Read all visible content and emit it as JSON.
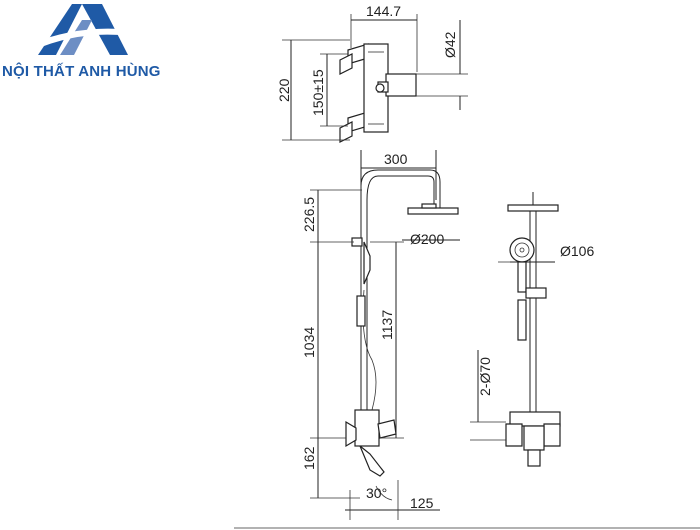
{
  "brand": {
    "name": "NỘI THẤT ANH HÙNG",
    "color": "#1f5aa6"
  },
  "dimensions": {
    "mixer_width": "144.7",
    "outlet_diameter": "Ø42",
    "mixer_height": "220",
    "inlet_spacing": "150±15",
    "arm_length": "300",
    "top_offset": "226.5",
    "overhead_diameter": "Ø200",
    "handshower_diameter": "Ø106",
    "rail_height": "1034",
    "riser_height": "1137",
    "escutcheon": "2-Ø70",
    "mixer_body": "162",
    "spout_angle": "30°",
    "spout_length": "125"
  }
}
